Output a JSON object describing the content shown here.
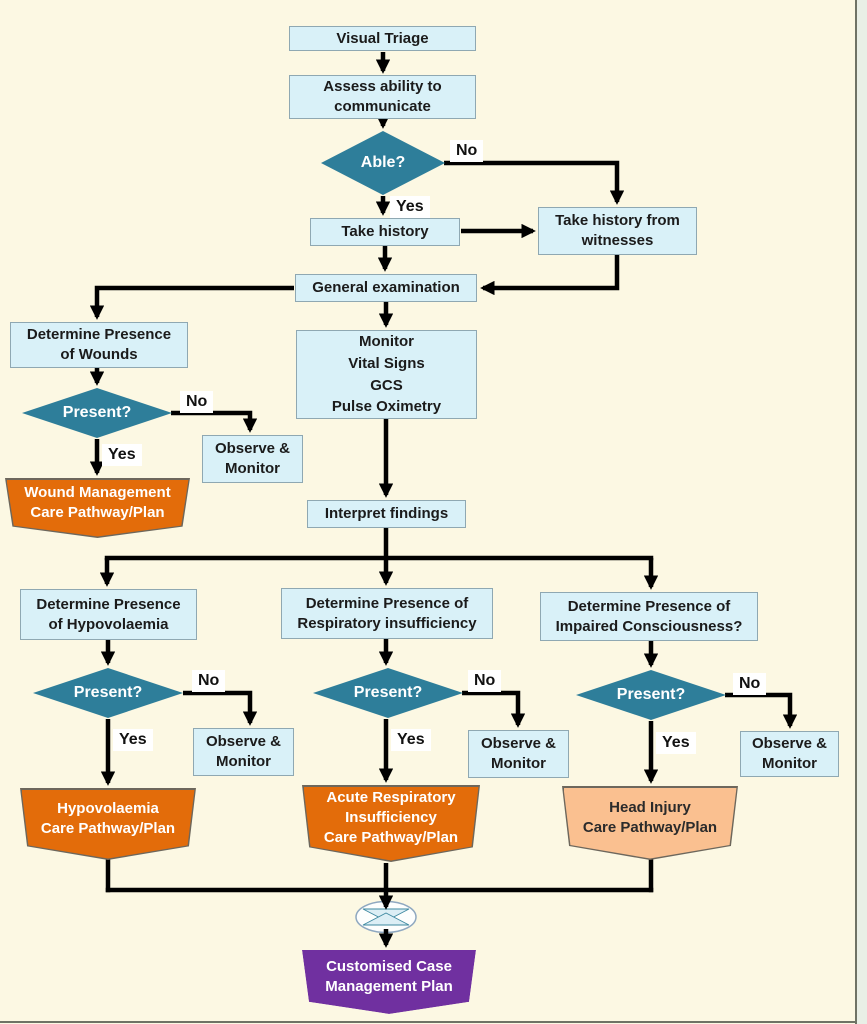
{
  "page": {
    "background_color": "#FCF8E3",
    "frame_border_color": "#6F7365",
    "margin_strip_color": "#E9EFE6"
  },
  "colors": {
    "process_fill": "#D9F1F8",
    "process_border": "#8FA8B2",
    "decision_fill": "#2E7E9A",
    "decision_text": "#FFFFFF",
    "pathway_orange": "#E36C0A",
    "pathway_peach": "#FAC090",
    "final_purple": "#7030A0",
    "connector": "#000000"
  },
  "nodes": {
    "visual_triage": "Visual Triage",
    "assess_communicate": "Assess ability to\ncommunicate",
    "able_decision": "Able?",
    "take_history": "Take history",
    "take_history_witnesses": "Take history from\nwitnesses",
    "general_examination": "General examination",
    "determine_wounds": "Determine Presence\nof Wounds",
    "monitor_vitals": "Monitor\nVital Signs\nGCS\nPulse Oximetry",
    "observe_monitor": "Observe &\nMonitor",
    "wound_management_plan": "Wound Management\nCare Pathway/Plan",
    "interpret_findings": "Interpret findings",
    "determine_hypovolaemia": "Determine Presence\nof Hypovolaemia",
    "determine_respiratory": "Determine Presence of\nRespiratory insufficiency",
    "determine_consciousness": "Determine Presence of\nImpaired Consciousness?",
    "hypovolaemia_plan": "Hypovolaemia\nCare Pathway/Plan",
    "acute_respiratory_plan": "Acute Respiratory\nInsufficiency\nCare Pathway/Plan",
    "head_injury_plan": "Head Injury\nCare Pathway/Plan",
    "customised_plan": "Customised Case\nManagement Plan"
  },
  "labels": {
    "yes": "Yes",
    "no": "No",
    "present": "Present?"
  }
}
